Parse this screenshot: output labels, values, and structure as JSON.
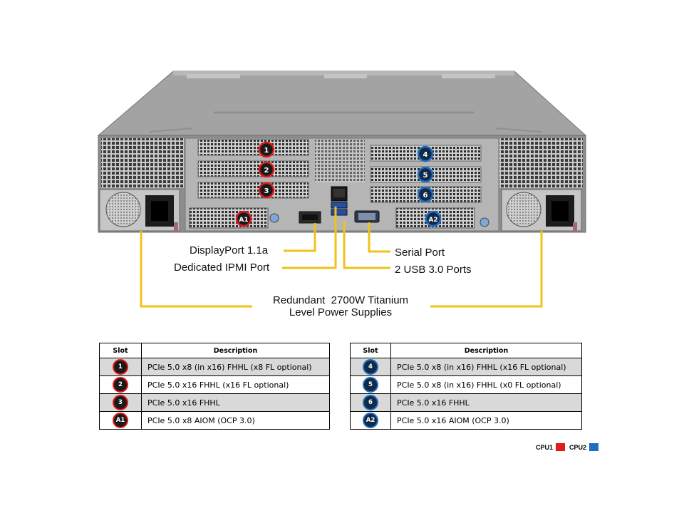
{
  "callouts": {
    "displayport": "DisplayPort 1.1a",
    "ipmi": "Dedicated IPMI Port",
    "serial": "Serial Port",
    "usb": "2 USB 3.0 Ports",
    "psu_line1": "Redundant  2700W Titanium",
    "psu_line2": "Level Power Supplies"
  },
  "server_badges": {
    "slot1": "1",
    "slot2": "2",
    "slot3": "3",
    "slot4": "4",
    "slot5": "5",
    "slot6": "6",
    "slotA1": "A1",
    "slotA2": "A2"
  },
  "tables": {
    "left": {
      "header_slot": "Slot",
      "header_desc": "Description",
      "rows": [
        {
          "slot": "1",
          "desc": "PCIe 5.0 x8 (in x16) FHHL (x8 FL optional)"
        },
        {
          "slot": "2",
          "desc": "PCIe 5.0 x16 FHHL (x16 FL optional)"
        },
        {
          "slot": "3",
          "desc": "PCIe 5.0 x16 FHHL"
        },
        {
          "slot": "A1",
          "desc": "PCIe 5.0 x8 AIOM (OCP 3.0)"
        }
      ]
    },
    "right": {
      "header_slot": "Slot",
      "header_desc": "Description",
      "rows": [
        {
          "slot": "4",
          "desc": "PCIe 5.0 x8 (in x16) FHHL (x16 FL optional)"
        },
        {
          "slot": "5",
          "desc": "PCIe 5.0 x8 (in x16) FHHL (x0 FL optional)"
        },
        {
          "slot": "6",
          "desc": "PCIe 5.0 x16 FHHL"
        },
        {
          "slot": "A2",
          "desc": "PCIe 5.0 x16 AIOM (OCP 3.0)"
        }
      ]
    }
  },
  "legend": {
    "cpu1_label": "CPU1",
    "cpu2_label": "CPU2",
    "cpu1_color": "#e01b1b",
    "cpu2_color": "#1f6fc0"
  },
  "colors": {
    "callout_line": "#f2c21b",
    "chassis": "#9a9a9a"
  }
}
